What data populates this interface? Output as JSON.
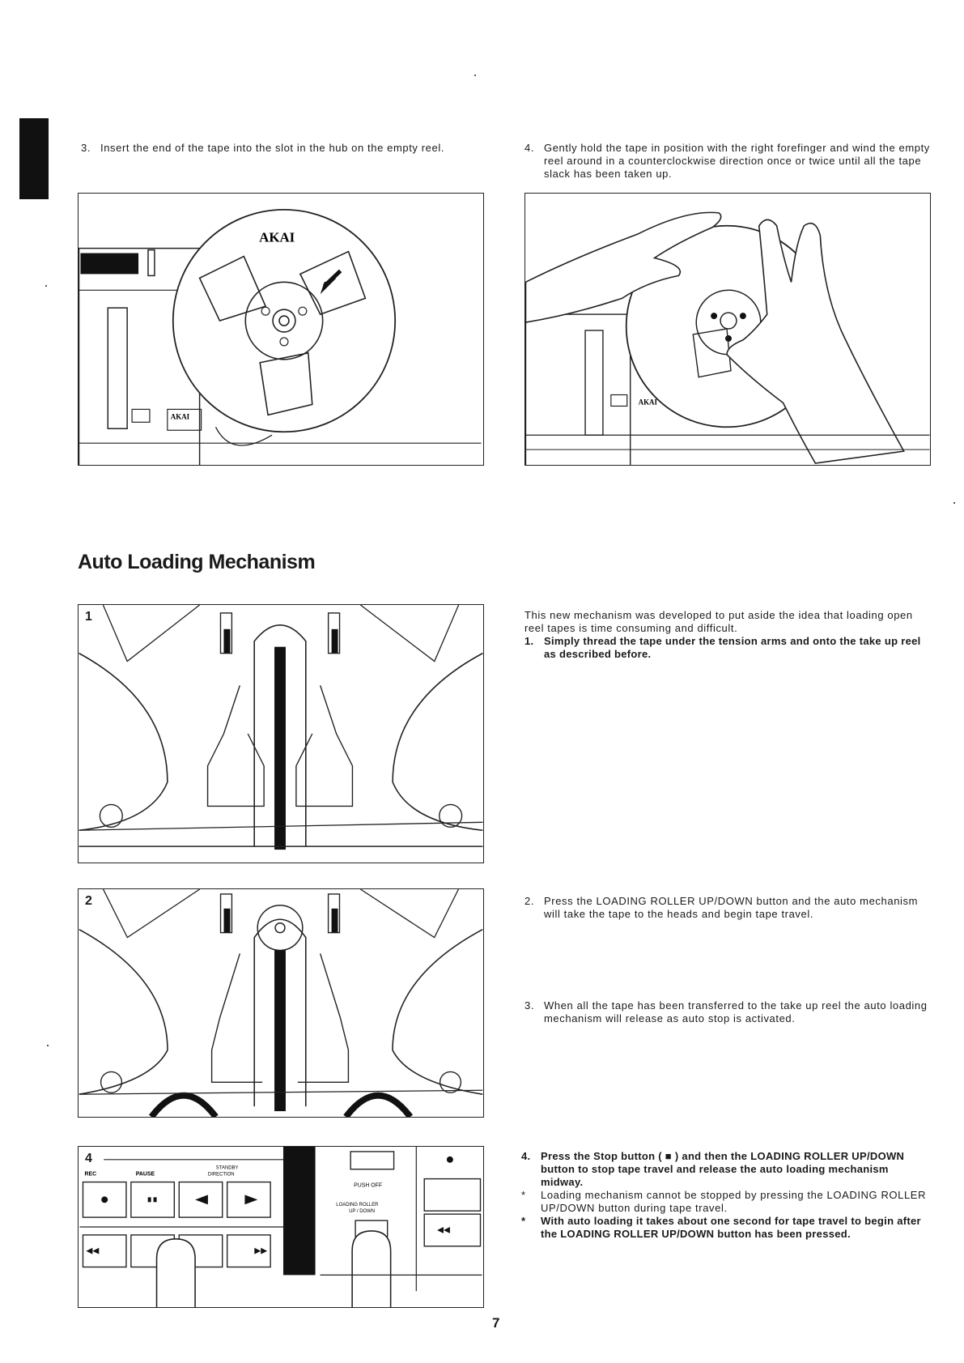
{
  "steps_top": {
    "step3": {
      "number": "3.",
      "text": "Insert the end of the tape into the slot in the hub on the empty reel."
    },
    "step4": {
      "number": "4.",
      "text": "Gently hold the tape in position with the right forefinger and wind the empty reel around in a counterclockwise direction once or twice until all the tape slack has been taken up."
    }
  },
  "figures": {
    "reel_brand": "AKAI",
    "deck_brand": "AKAI",
    "auto1_label": "1",
    "auto2_label": "2",
    "auto4_label": "4",
    "panel": {
      "rec": "REC",
      "pause": "PAUSE",
      "standby": "STANDBY",
      "direction": "DIRECTION",
      "push_off": "PUSH OFF",
      "loading_roller": "LOADING ROLLER",
      "up_down": "UP / DOWN"
    }
  },
  "section": {
    "title": "Auto Loading Mechanism",
    "intro": "This new mechanism was developed to put aside the idea that loading open reel tapes is time consuming and difficult.",
    "item1": {
      "number": "1.",
      "text": "Simply thread the tape under the tension arms and onto the take up reel as described before."
    },
    "item2": {
      "number": "2.",
      "text": "Press the LOADING ROLLER UP/DOWN button and the auto mechanism will take the tape to the heads and begin tape travel."
    },
    "item3": {
      "number": "3.",
      "text": "When all the tape has been transferred to the take up reel the auto loading mechanism will release as auto stop is activated."
    },
    "item4": {
      "number": "4.",
      "text": "Press the Stop button ( ■ ) and then the LOADING ROLLER UP/DOWN button to stop tape travel and release the auto loading mechanism midway."
    },
    "notes": [
      {
        "marker": "*",
        "text": "Loading mechanism cannot be stopped by pressing the LOADING ROLLER UP/DOWN button during tape travel."
      },
      {
        "marker": "*",
        "text": "With auto loading it takes about one second for tape travel to begin after the LOADING ROLLER UP/DOWN button has been pressed."
      }
    ]
  },
  "page_number": "7"
}
